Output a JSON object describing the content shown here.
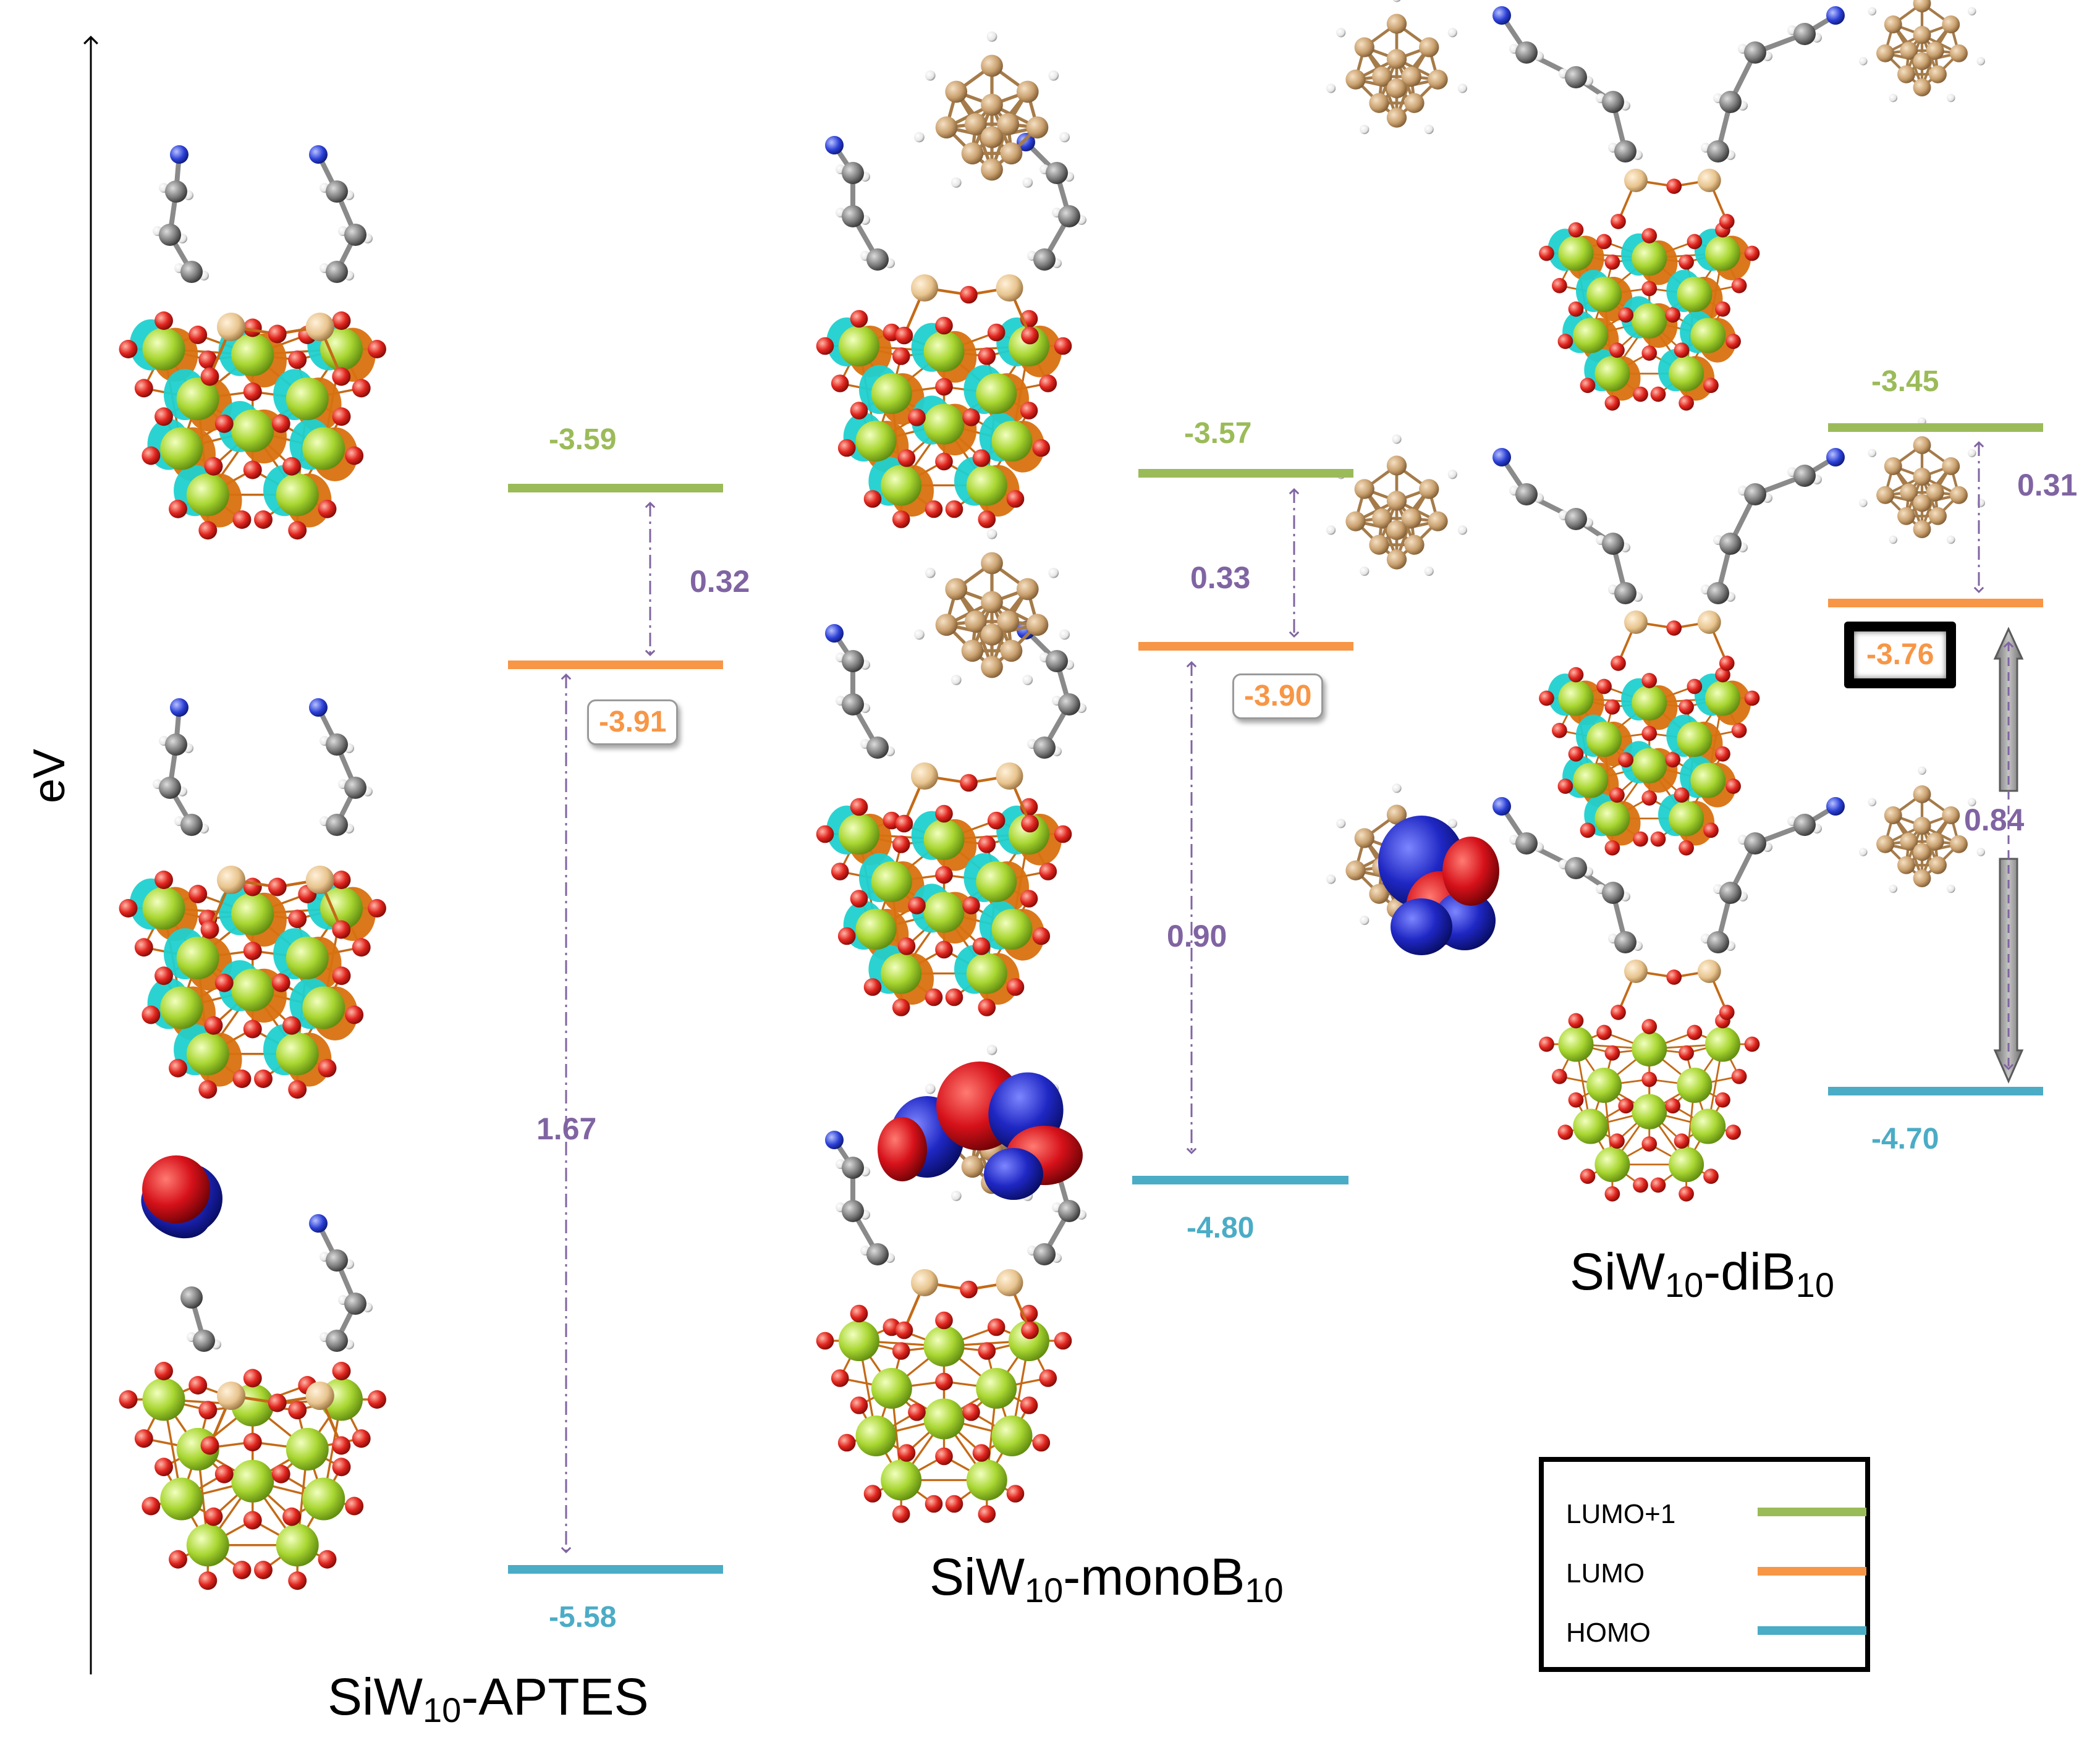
{
  "axis": {
    "label": "eV"
  },
  "colors": {
    "lumo1": "#9bbb59",
    "lumo": "#f79646",
    "homo": "#4bacc6",
    "gap": "#8064a2",
    "W": "#a8d631",
    "O": "#e2261f",
    "Si": "#e8c48e",
    "C": "#7c7c7c",
    "N": "#2b3fd6",
    "B": "#c9a06e",
    "H": "#e6e6e6",
    "orb_orange": "#d8710f",
    "orb_cyan": "#1fd1cf",
    "orb_red": "#d6111a",
    "orb_blue": "#1f27c4"
  },
  "systems": [
    {
      "name_main": "SiW",
      "name_sub": "10",
      "name_suffix": "-APTES",
      "name_sub2": "",
      "lumo1": "-3.59",
      "lumo": "-3.91",
      "homo": "-5.58",
      "gap_lumo1_lumo": "0.32",
      "gap_lumo_homo": "1.67"
    },
    {
      "name_main": "SiW",
      "name_sub": "10",
      "name_suffix": "-monoB",
      "name_sub2": "10",
      "lumo1": "-3.57",
      "lumo": "-3.90",
      "homo": "-4.80",
      "gap_lumo1_lumo": "0.33",
      "gap_lumo_homo": "0.90"
    },
    {
      "name_main": "SiW",
      "name_sub": "10",
      "name_suffix": "-diB",
      "name_sub2": "10",
      "lumo1": "-3.45",
      "lumo": "-3.76",
      "homo": "-4.70",
      "gap_lumo1_lumo": "0.31",
      "gap_lumo_homo": "0.84"
    }
  ],
  "legend": {
    "items": [
      {
        "label": "LUMO+1",
        "color": "#9bbb59"
      },
      {
        "label": "LUMO",
        "color": "#f79646"
      },
      {
        "label": "HOMO",
        "color": "#4bacc6"
      }
    ]
  }
}
